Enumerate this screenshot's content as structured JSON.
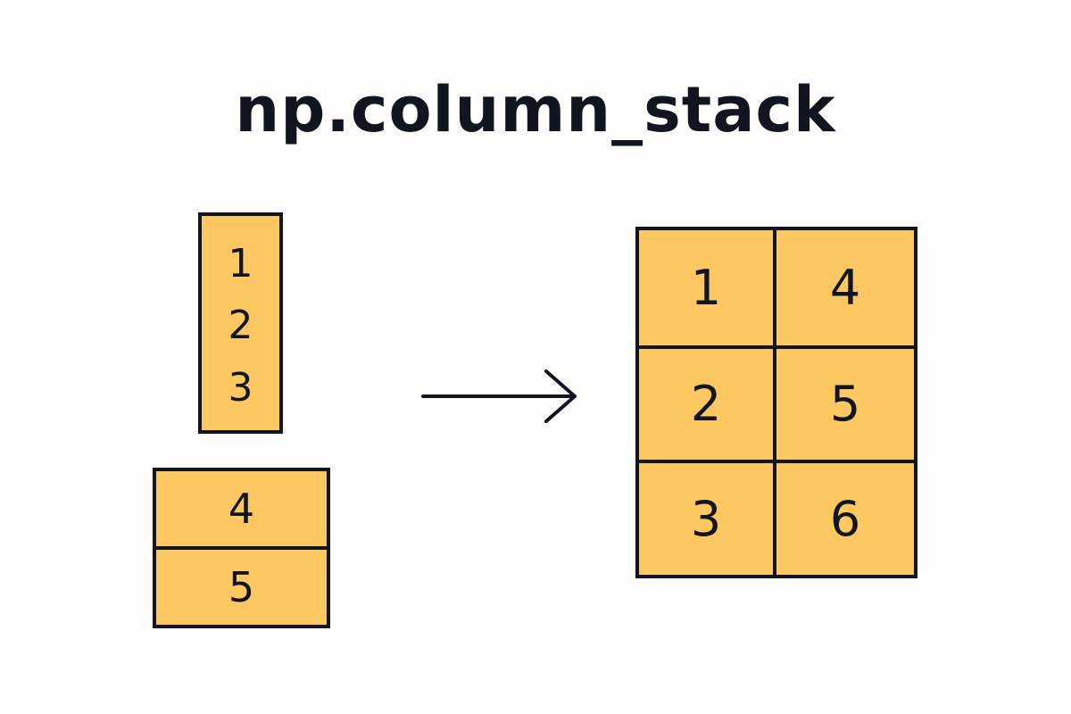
{
  "title": "np.column_stack",
  "input_a": {
    "values": [
      "1",
      "2",
      "3"
    ]
  },
  "input_b": {
    "values": [
      "4",
      "5"
    ]
  },
  "result": {
    "rows": [
      [
        "1",
        "4"
      ],
      [
        "2",
        "5"
      ],
      [
        "3",
        "6"
      ]
    ]
  },
  "arrow_icon": "right-arrow-icon",
  "colors": {
    "cell_fill": "#fdc862",
    "stroke": "#111520",
    "background": "#fdfdfc"
  }
}
